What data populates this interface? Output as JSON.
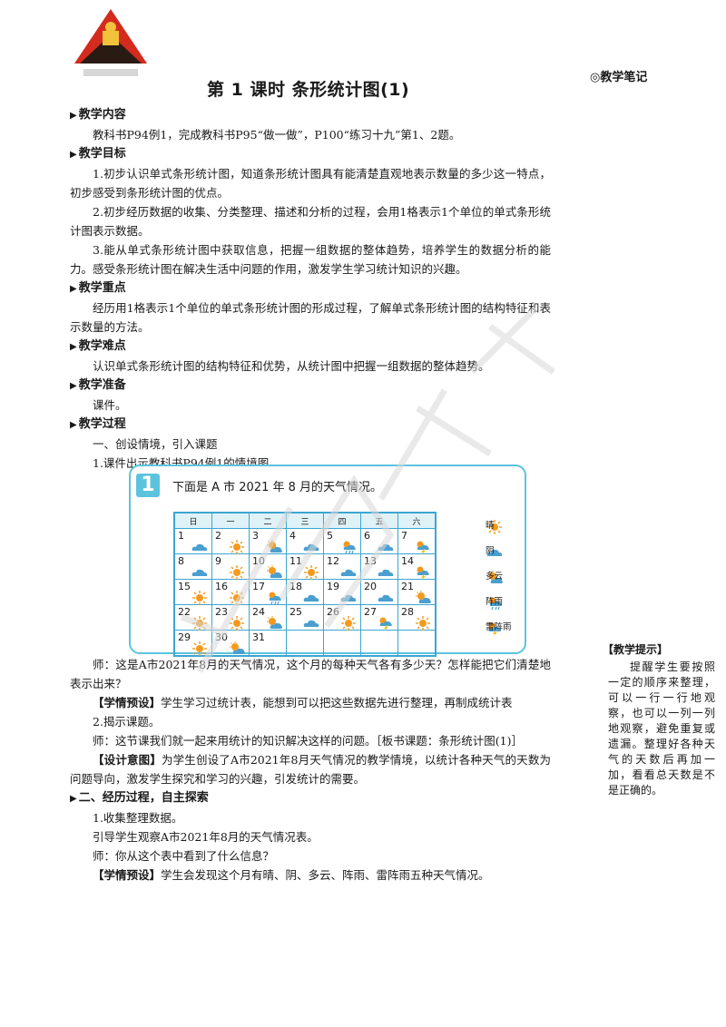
{
  "header": {
    "title": "第 1 课时  条形统计图(1)",
    "notes_label": "◎教学笔记"
  },
  "sections": {
    "content": {
      "heading": "教学内容",
      "text": "教科书P94例1，完成教科书P95“做一做”，P100“练习十九”第1、2题。"
    },
    "goals": {
      "heading": "教学目标",
      "items": [
        "1.初步认识单式条形统计图，知道条形统计图具有能清楚直观地表示数量的多少这一特点，初步感受到条形统计图的优点。",
        "2.初步经历数据的收集、分类整理、描述和分析的过程，会用1格表示1个单位的单式条形统计图表示数据。",
        "3.能从单式条形统计图中获取信息，把握一组数据的整体趋势，培养学生的数据分析的能力。感受条形统计图在解决生活中问题的作用，激发学生学习统计知识的兴趣。"
      ]
    },
    "key": {
      "heading": "教学重点",
      "text": "经历用1格表示1个单位的单式条形统计图的形成过程，了解单式条形统计图的结构特征和表示数量的方法。"
    },
    "difficulty": {
      "heading": "教学难点",
      "text": "认识单式条形统计图的结构特征和优势，从统计图中把握一组数据的整体趋势。"
    },
    "prep": {
      "heading": "教学准备",
      "text": "课件。"
    },
    "process": {
      "heading": "教学过程",
      "step1": "一、创设情境，引入课题",
      "step1_1": "1.课件出示教科书P94例1的情境图。"
    }
  },
  "example": {
    "number": "1",
    "title": "下面是 A 市 2021 年 8 月的天气情况。",
    "weekdays": [
      "日",
      "一",
      "二",
      "三",
      "四",
      "五",
      "六"
    ],
    "weeks": [
      [
        {
          "d": "1",
          "w": "cloudy"
        },
        {
          "d": "2",
          "w": "sunny"
        },
        {
          "d": "3",
          "w": "partly"
        },
        {
          "d": "4",
          "w": "cloudy"
        },
        {
          "d": "5",
          "w": "shower"
        },
        {
          "d": "6",
          "w": "cloudy"
        },
        {
          "d": "7",
          "w": "thunder"
        }
      ],
      [
        {
          "d": "8",
          "w": "cloudy"
        },
        {
          "d": "9",
          "w": "sunny"
        },
        {
          "d": "10",
          "w": "partly"
        },
        {
          "d": "11",
          "w": "sunny"
        },
        {
          "d": "12",
          "w": "cloudy"
        },
        {
          "d": "13",
          "w": "cloudy"
        },
        {
          "d": "14",
          "w": "thunder"
        }
      ],
      [
        {
          "d": "15",
          "w": "sunny"
        },
        {
          "d": "16",
          "w": "sunny"
        },
        {
          "d": "17",
          "w": "shower"
        },
        {
          "d": "18",
          "w": "cloudy"
        },
        {
          "d": "19",
          "w": "cloudy"
        },
        {
          "d": "20",
          "w": "cloudy"
        },
        {
          "d": "21",
          "w": "partly"
        }
      ],
      [
        {
          "d": "22",
          "w": "sunny"
        },
        {
          "d": "23",
          "w": "sunny"
        },
        {
          "d": "24",
          "w": "partly"
        },
        {
          "d": "25",
          "w": "cloudy"
        },
        {
          "d": "26",
          "w": "sunny"
        },
        {
          "d": "27",
          "w": "thunder"
        },
        {
          "d": "28",
          "w": "sunny"
        }
      ],
      [
        {
          "d": "29",
          "w": "sunny"
        },
        {
          "d": "30",
          "w": "partly"
        },
        {
          "d": "31",
          "w": ""
        },
        {
          "d": "",
          "w": ""
        },
        {
          "d": "",
          "w": ""
        },
        {
          "d": "",
          "w": ""
        },
        {
          "d": "",
          "w": ""
        }
      ]
    ],
    "legend": [
      {
        "icon": "sunny",
        "label": "晴"
      },
      {
        "icon": "cloudy",
        "label": "阴"
      },
      {
        "icon": "partly",
        "label": "多云"
      },
      {
        "icon": "shower",
        "label": "阵雨"
      },
      {
        "icon": "thunder",
        "label": "雷阵雨"
      }
    ]
  },
  "body": {
    "t1": "师：这是A市2021年8月的天气情况，这个月的每种天气各有多少天？怎样能把它们清楚地表示出来？",
    "t2_tag": "【学情预设】",
    "t2": "学生学习过统计表，能想到可以把这些数据先进行整理，再制成统计表",
    "t3": "2.揭示课题。",
    "t4": "师：这节课我们就一起来用统计的知识解决这样的问题。［板书课题：条形统计图(1)］",
    "t5_tag": "【设计意图】",
    "t5": "为学生创设了A市2021年8月天气情况的教学情境，以统计各种天气的天数为问题导向，激发学生探究和学习的兴趣，引发统计的需要。",
    "sec2": "二、经历过程，自主探索",
    "t6": "1.收集整理数据。",
    "t7": "引导学生观察A市2021年8月的天气情况表。",
    "t8": "师：你从这个表中看到了什么信息？",
    "t9_tag": "【学情预设】",
    "t9": "学生会发现这个月有晴、阴、多云、阵雨、雷阵雨五种天气情况。"
  },
  "sidebar": {
    "title": "【教学提示】",
    "text": "提醒学生要按照一定的顺序来整理，可以一行一行地观察，也可以一列一列地观察，避免重复或遗漏。整理好各种天气的天数后再加一加，看看总天数是不是正确的。"
  },
  "colors": {
    "accent": "#5cc3dd",
    "grid": "#3ba6d0",
    "sun": "#f39a1e",
    "cloud": "#4a9fd0",
    "logo_red": "#d32b1e"
  }
}
